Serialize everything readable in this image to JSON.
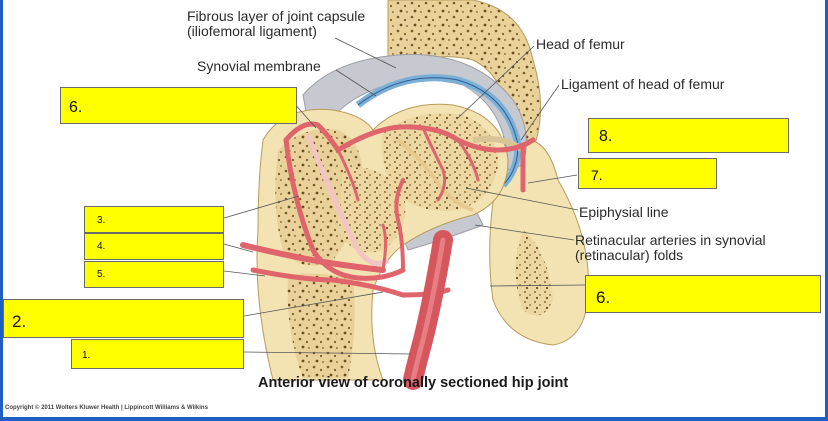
{
  "labels": {
    "fibrous_line1": "Fibrous layer of joint capsule",
    "fibrous_line2": "(iliofemoral ligament)",
    "synovial": "Synovial membrane",
    "head_femur": "Head of femur",
    "ligament_head": "Ligament of head of femur",
    "epiphysial": "Epiphysial line",
    "retinacular_line1": "Retinacular arteries in synovial",
    "retinacular_line2": "(retinacular) folds"
  },
  "answer_boxes": {
    "box_6_top": "6.",
    "box_8": "8.",
    "box_7": "7.",
    "box_3": "3.",
    "box_4": "4.",
    "box_5": "5.",
    "box_6_right": "6.",
    "box_2": "2.",
    "box_1": "1."
  },
  "caption": "Anterior view of coronally sectioned hip joint",
  "copyright": "Copyright © 2011 Wolters Kluwer Health | Lippincott Williams & Wilkins",
  "colors": {
    "frame": "#1f5fc2",
    "box_fill": "#ffff00",
    "bone": "#f3e3b3",
    "cancellous": "#d9bd7e",
    "artery": "#e0646b",
    "synovial": "#7ab0d8",
    "capsule": "#c6c9cf"
  }
}
